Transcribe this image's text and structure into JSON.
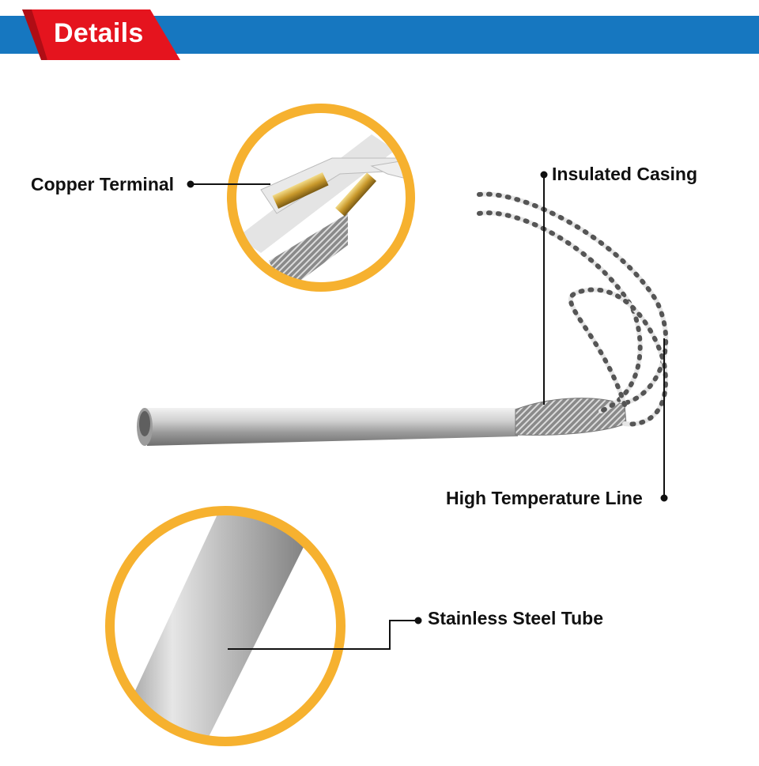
{
  "header": {
    "title": "Details",
    "banner_color": "#1677c0",
    "badge_color": "#e5141e"
  },
  "callouts": {
    "copper_terminal": "Copper Terminal",
    "insulated_casing": "Insulated Casing",
    "high_temperature_line": "High Temperature Line",
    "stainless_steel_tube": "Stainless Steel Tube"
  },
  "accent_ring_color": "#f6b12f"
}
